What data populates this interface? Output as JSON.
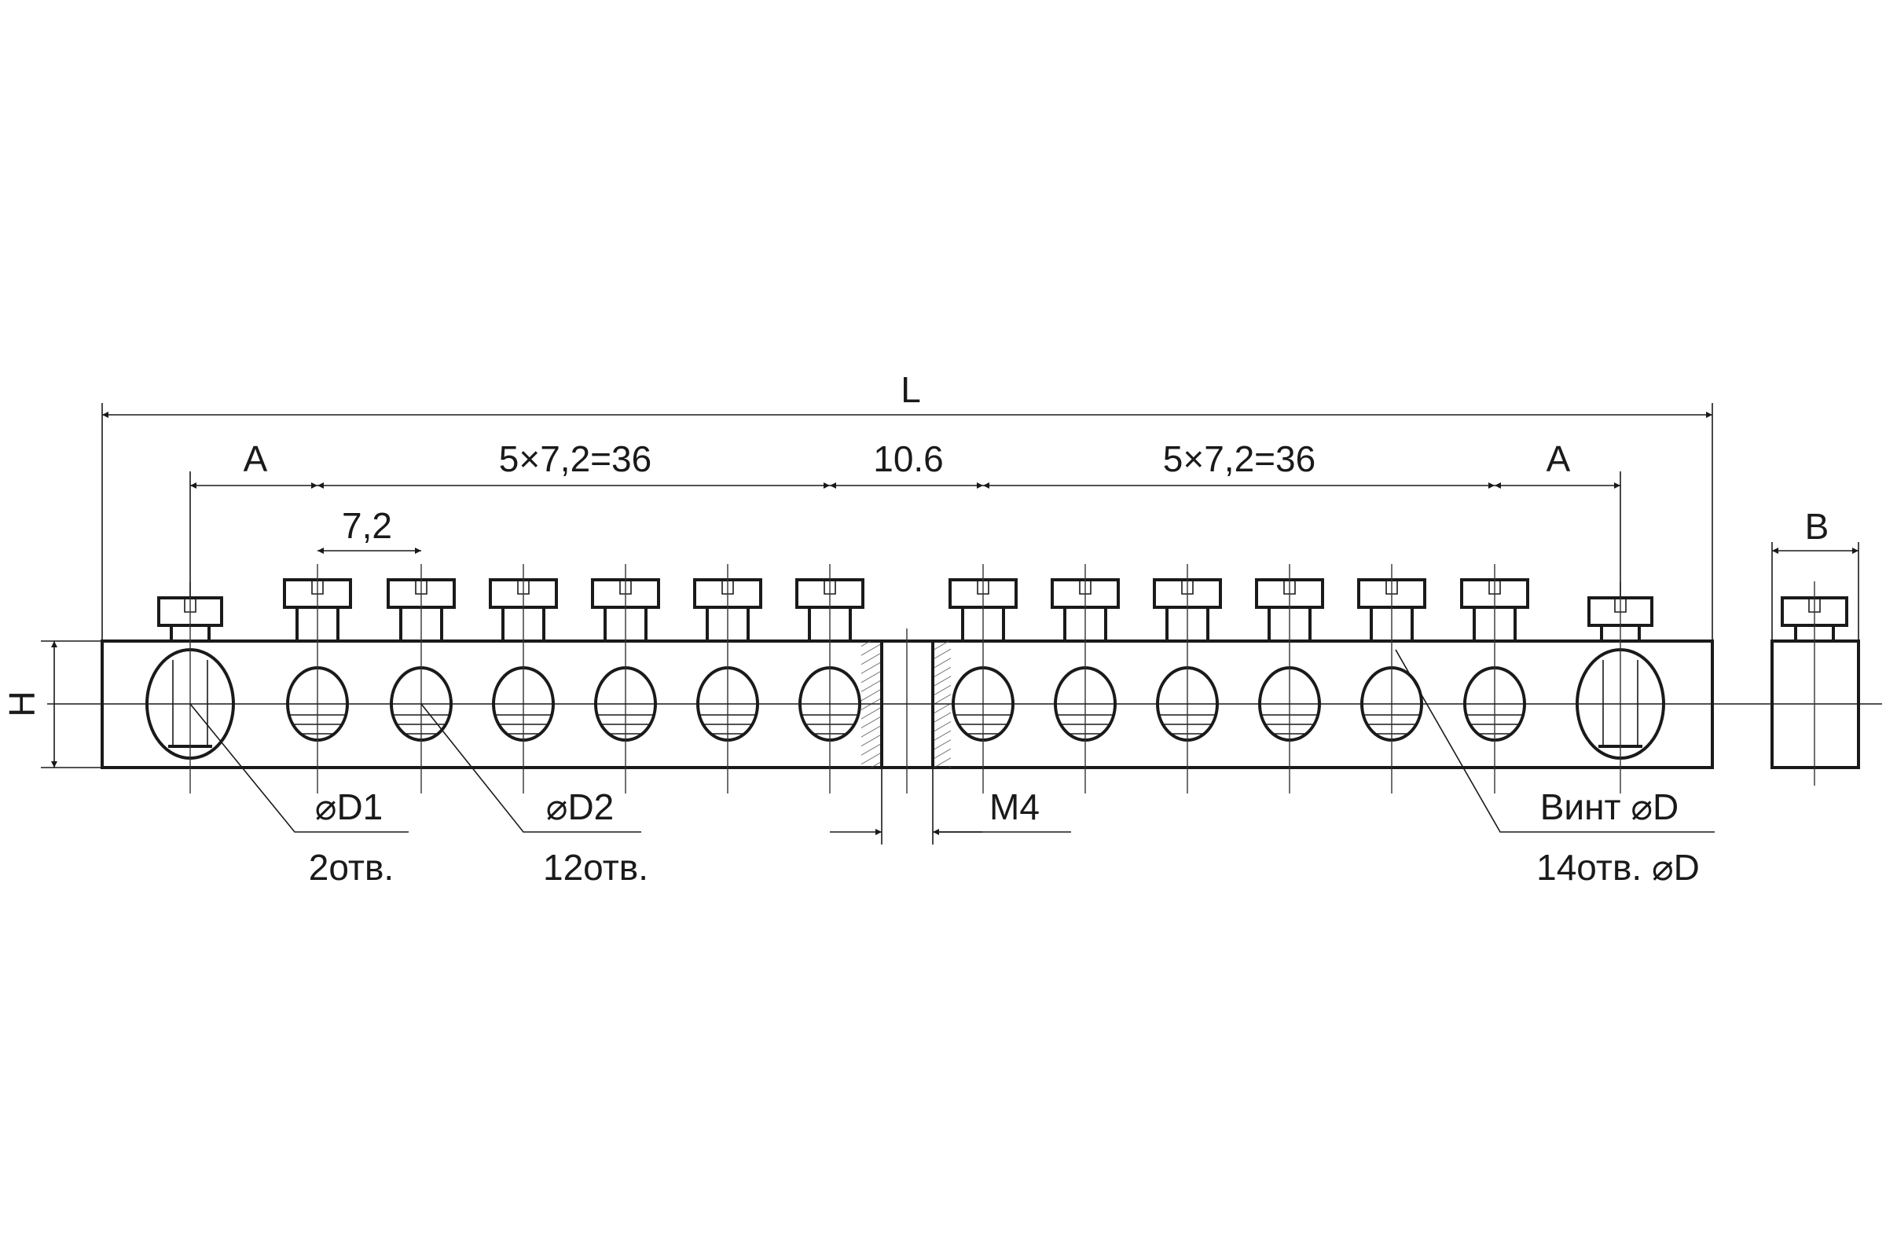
{
  "drawing": {
    "colors": {
      "line": "#1a1a1a",
      "background": "#ffffff"
    },
    "dimensions": {
      "length": "L",
      "end_offset_left": "A",
      "pitch_group_left": "5×7,2=36",
      "center_gap": "10.6",
      "pitch_group_right": "5×7,2=36",
      "end_offset_right": "A",
      "pitch": "7,2",
      "width": "B",
      "height": "H",
      "thread": "M4"
    },
    "callouts": {
      "d1_label": "⌀D1",
      "d1_count": "2отв.",
      "d2_label": "⌀D2",
      "d2_count": "12отв.",
      "screw_label": "Винт ⌀D",
      "screw_count": "14отв. ⌀D"
    },
    "counts": {
      "large_holes": 2,
      "small_holes": 12,
      "screws": 14
    }
  }
}
